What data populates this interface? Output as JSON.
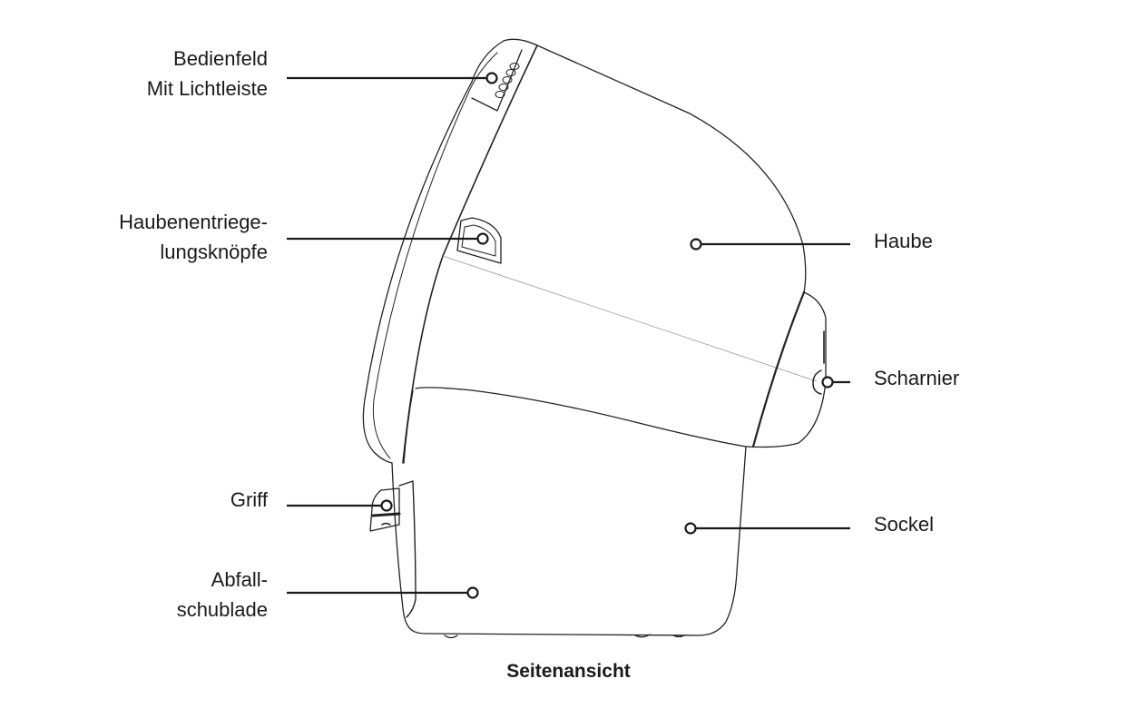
{
  "diagram": {
    "caption": "Seitenansicht",
    "labels": {
      "bedienfeld": "Bedienfeld\nMit Lichtleiste",
      "haubenentriegelung": "Haubenentriege-\nlungsknöpfe",
      "haube": "Haube",
      "scharnier": "Scharnier",
      "griff": "Griff",
      "sockel": "Sockel",
      "abfallschublade": "Abfall-\nschublade"
    },
    "colors": {
      "line": "#1a1a1a",
      "background": "#ffffff"
    }
  }
}
